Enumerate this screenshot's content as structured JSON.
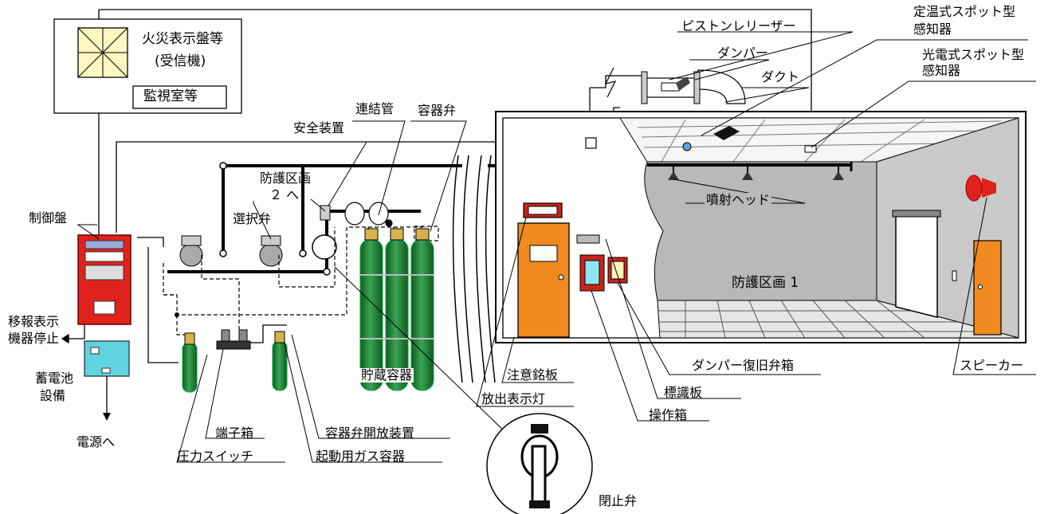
{
  "labels": {
    "fire_panel": "火災表示盤等",
    "receiver": "(受信機)",
    "monitor_room": "監視室等",
    "connecting_pipe": "連結管",
    "safety_device": "安全装置",
    "container_valve": "容器弁",
    "protection_zone_2_line1": "防護区画",
    "protection_zone_2_line2": "２ へ",
    "selector_valve": "選択弁",
    "control_panel": "制御盤",
    "transfer_stop_line1": "移報表示",
    "transfer_stop_line2": "機器停止",
    "battery_line1": "蓄電池",
    "battery_line2": "設備",
    "to_power": "電源へ",
    "terminal_box": "端子箱",
    "pressure_switch": "圧力スイッチ",
    "valve_opener": "容器弁開放装置",
    "startup_gas": "起動用ガス容器",
    "storage_container": "貯蔵容器",
    "warning_plate": "注意銘板",
    "discharge_lamp": "放出表示灯",
    "stop_valve": "閉止弁",
    "piston_releaser": "ピストンレリーザー",
    "damper": "ダンパー",
    "duct": "ダクト",
    "heat_detector_line1": "定温式スポット型",
    "heat_detector_line2": "感知器",
    "photo_detector_line1": "光電式スポット型",
    "photo_detector_line2": "感知器",
    "nozzle": "噴射ヘッド",
    "protection_zone_1": "防護区画 1",
    "damper_reset_box": "ダンパー復旧弁箱",
    "sign_plate": "標識板",
    "operation_box": "操作箱",
    "speaker": "スピーカー"
  },
  "colors": {
    "control_red": "#e0221c",
    "cylinder_green": "#1f7a34",
    "door_orange": "#f08a20",
    "room_gray": "#b9b9b9",
    "floor_gray": "#e6e6e6",
    "battery_cyan": "#5fd3e0",
    "panel_yellow": "#fff5b8"
  }
}
